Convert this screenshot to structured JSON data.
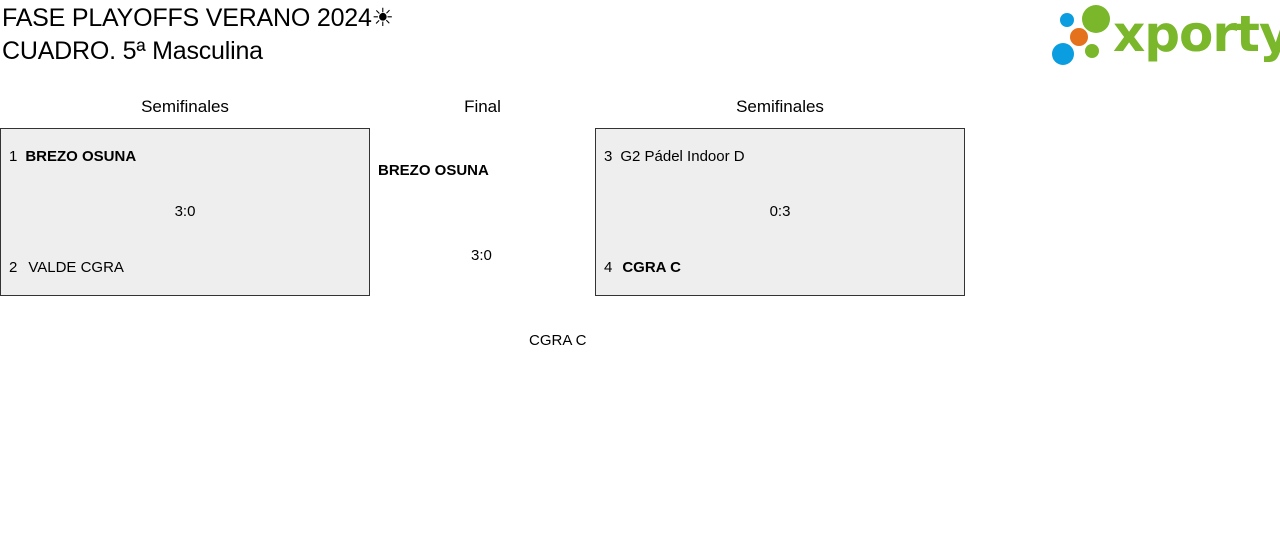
{
  "header": {
    "title_line1": "FASE PLAYOFFS VERANO 2024☀",
    "title_line2": "CUADRO. 5ª Masculina"
  },
  "logo": {
    "text": "xporty",
    "colors": {
      "green": "#7ab72a",
      "blue": "#0a9de0",
      "orange": "#e4711c"
    }
  },
  "rounds": {
    "left": "Semifinales",
    "center": "Final",
    "right": "Semifinales"
  },
  "semifinal_left": {
    "team1": {
      "seed": "1",
      "name": "BREZO OSUNA"
    },
    "team2": {
      "seed": "2",
      "name": "VALDE CGRA"
    },
    "score": "3:0"
  },
  "semifinal_right": {
    "team1": {
      "seed": "3",
      "name": "G2 Pádel Indoor D"
    },
    "team2": {
      "seed": "4",
      "name": "CGRA C"
    },
    "score": "0:3"
  },
  "final": {
    "team1": "BREZO OSUNA",
    "score": "3:0",
    "team2": "CGRA C"
  }
}
